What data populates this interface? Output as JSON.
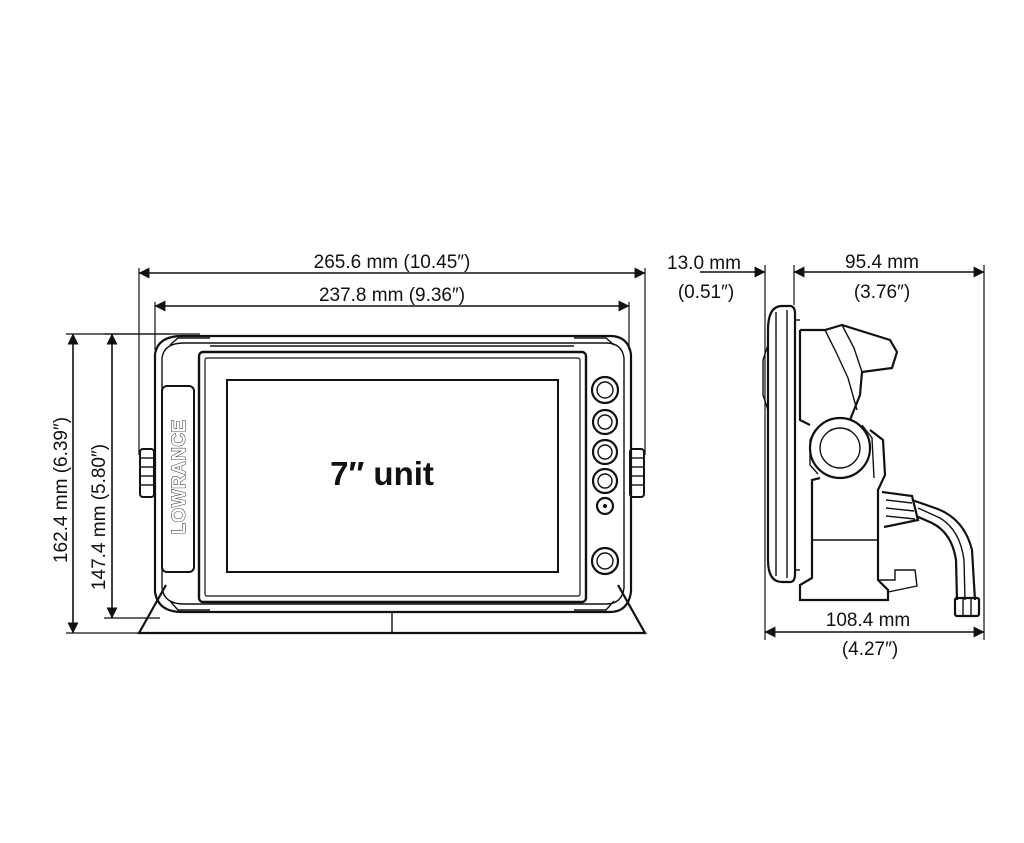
{
  "front_view": {
    "overall_width": {
      "label": "265.6 mm (10.45″)"
    },
    "screen_width": {
      "label": "237.8 mm (9.36″)"
    },
    "overall_height": {
      "label": "162.4 mm (6.39″)"
    },
    "body_height": {
      "label": "147.4 mm (5.80″)"
    },
    "unit_label": "7″ unit",
    "brand": "LOWRANCE"
  },
  "side_view": {
    "bezel_depth": {
      "label_mm": "13.0 mm",
      "label_in": "(0.51″)"
    },
    "bracket_depth": {
      "label_mm": "95.4 mm",
      "label_in": "(3.76″)"
    },
    "overall_depth": {
      "label_mm": "108.4 mm",
      "label_in": "(4.27″)"
    }
  }
}
